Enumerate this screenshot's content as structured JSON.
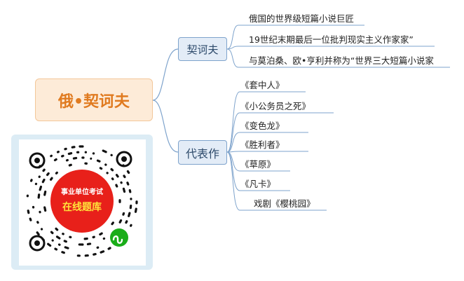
{
  "root": {
    "title": "俄•契诃夫"
  },
  "branches": [
    {
      "label": "契诃夫",
      "items": [
        "俄国的世界级短篇小说巨匠",
        "19世纪末期最后一位批判现实主义作家家”",
        "与莫泊桑、欧•亨利并称为“世界三大短篇小说家"
      ]
    },
    {
      "label": "代表作",
      "items": [
        "《套中人》",
        "《小公务员之死》",
        "《变色龙》",
        "《胜利者》",
        "《草原》",
        "《凡卡》",
        "戏剧《樱桃园》"
      ]
    }
  ],
  "qr": {
    "line1": "事业单位考试",
    "line2": "在线题库",
    "icon": "wechat-mini-program-icon",
    "colors": {
      "frame": "#dcecf5",
      "badge": "#e8201a",
      "badge_text1": "#ffffff",
      "badge_text2": "#ffe23a",
      "icon_bg": "#1aad19"
    }
  },
  "colors": {
    "root_fill": "#fdebd8",
    "root_text": "#e07a1f",
    "branch_fill": "#e3ecf7",
    "branch_border": "#7ea3cc",
    "line": "#7ea3cc"
  }
}
